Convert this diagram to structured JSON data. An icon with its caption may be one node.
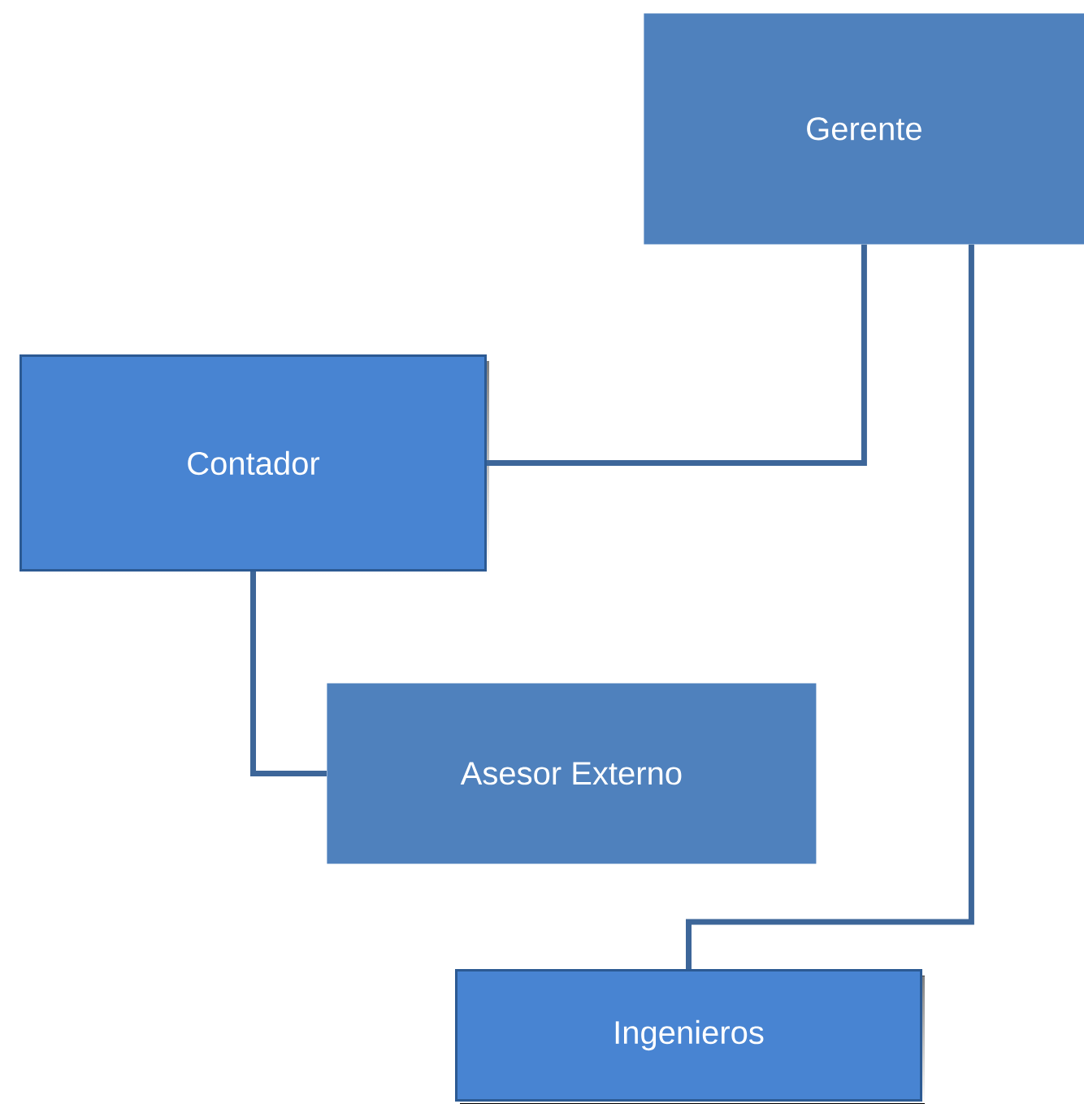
{
  "diagram": {
    "nodes": [
      {
        "text": [
          "Gerente"
        ]
      },
      {
        "text": [
          "Contador"
        ]
      },
      {
        "text": [
          "Asesor Externo"
        ]
      },
      {
        "text": [
          "Ingenieros"
        ]
      }
    ],
    "edges": [
      {
        "from": 0,
        "to": 1,
        "arrow": "none"
      },
      {
        "from": 0,
        "to": 3,
        "arrow": "none"
      },
      {
        "from": 1,
        "to": 2,
        "arrow": "none"
      }
    ]
  }
}
